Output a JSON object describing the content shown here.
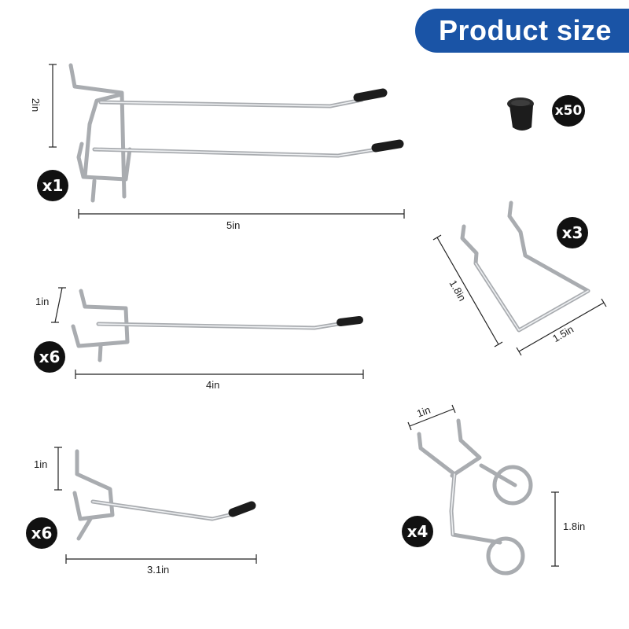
{
  "header": {
    "title": "Product size"
  },
  "items": [
    {
      "name": "double-prong-hook",
      "quantity": "x1",
      "height": "2in",
      "length": "5in"
    },
    {
      "name": "single-hook-long",
      "quantity": "x6",
      "height": "1in",
      "length": "4in"
    },
    {
      "name": "single-hook-short",
      "quantity": "x6",
      "height": "1in",
      "length": "3.1in"
    },
    {
      "name": "rubber-cap",
      "quantity": "x50"
    },
    {
      "name": "u-hook",
      "quantity": "x3",
      "height": "1.8in",
      "width": "1.5in"
    },
    {
      "name": "double-ring-holder",
      "quantity": "x4",
      "width": "1in",
      "height": "1.8in"
    }
  ],
  "colors": {
    "banner": "#1a54a6",
    "badge": "#111111",
    "metal": "#a9acb0",
    "cap": "#1c1c1c"
  }
}
